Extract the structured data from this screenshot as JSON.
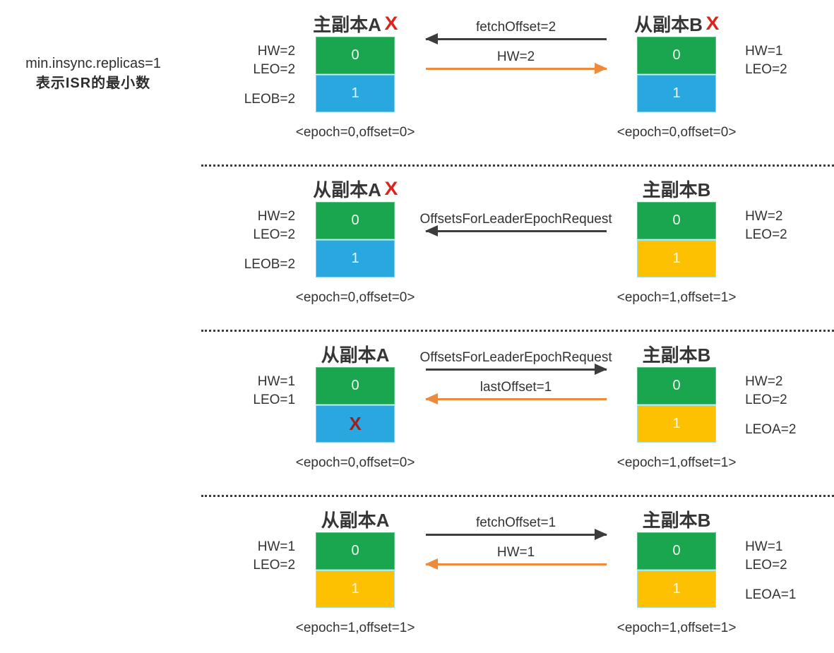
{
  "note": {
    "line1": "min.insync.replicas=1",
    "line2": "表示ISR的最小数"
  },
  "crash_mark": "X",
  "colors": {
    "segment_green": "#1aa64f",
    "segment_blue": "#29a8e0",
    "segment_yellow": "#fdc101",
    "request_arrow_black": "#3d3d3d",
    "response_arrow_orange": "#ed8a3c",
    "title_x_red": "#d9251c",
    "segment_x_dark_red": "#9c2121"
  },
  "scenarios": [
    {
      "replicaA": {
        "title": "主副本A",
        "crashed": true,
        "stats_top": [
          "HW=2",
          "LEO=2"
        ],
        "stats_bottom": [
          "LEOB=2"
        ],
        "segments": [
          {
            "label": "0",
            "color": "green"
          },
          {
            "label": "1",
            "color": "blue"
          }
        ],
        "epoch": "<epoch=0,offset=0>"
      },
      "messages": [
        {
          "label": "fetchOffset=2",
          "direction": "left",
          "style": "black"
        },
        {
          "label": "HW=2",
          "direction": "right",
          "style": "orange"
        }
      ],
      "replicaB": {
        "title": "从副本B",
        "crashed": true,
        "stats_top": [
          "HW=1",
          "LEO=2"
        ],
        "stats_bottom": [],
        "segments": [
          {
            "label": "0",
            "color": "green"
          },
          {
            "label": "1",
            "color": "blue"
          }
        ],
        "epoch": "<epoch=0,offset=0>"
      }
    },
    {
      "replicaA": {
        "title": "从副本A",
        "crashed": true,
        "stats_top": [
          "HW=2",
          "LEO=2"
        ],
        "stats_bottom": [
          "LEOB=2"
        ],
        "segments": [
          {
            "label": "0",
            "color": "green"
          },
          {
            "label": "1",
            "color": "blue"
          }
        ],
        "epoch": "<epoch=0,offset=0>"
      },
      "messages": [
        {
          "label": "OffsetsForLeaderEpochRequest",
          "direction": "left",
          "style": "black"
        }
      ],
      "replicaB": {
        "title": "主副本B",
        "crashed": false,
        "stats_top": [
          "HW=2",
          "LEO=2"
        ],
        "stats_bottom": [],
        "segments": [
          {
            "label": "0",
            "color": "green"
          },
          {
            "label": "1",
            "color": "yellow"
          }
        ],
        "epoch": "<epoch=1,offset=1>"
      }
    },
    {
      "replicaA": {
        "title": "从副本A",
        "crashed": false,
        "stats_top": [
          "HW=1",
          "LEO=1"
        ],
        "stats_bottom": [],
        "segments": [
          {
            "label": "0",
            "color": "green"
          },
          {
            "label": "X",
            "color": "blue",
            "crossed": true
          }
        ],
        "epoch": "<epoch=0,offset=0>"
      },
      "messages": [
        {
          "label": "OffsetsForLeaderEpochRequest",
          "direction": "right",
          "style": "black"
        },
        {
          "label": "lastOffset=1",
          "direction": "left",
          "style": "orange"
        }
      ],
      "replicaB": {
        "title": "主副本B",
        "crashed": false,
        "stats_top": [
          "HW=2",
          "LEO=2"
        ],
        "stats_bottom": [
          "LEOA=2"
        ],
        "segments": [
          {
            "label": "0",
            "color": "green"
          },
          {
            "label": "1",
            "color": "yellow"
          }
        ],
        "epoch": "<epoch=1,offset=1>"
      }
    },
    {
      "replicaA": {
        "title": "从副本A",
        "crashed": false,
        "stats_top": [
          "HW=1",
          "LEO=2"
        ],
        "stats_bottom": [],
        "segments": [
          {
            "label": "0",
            "color": "green"
          },
          {
            "label": "1",
            "color": "yellow"
          }
        ],
        "epoch": "<epoch=1,offset=1>"
      },
      "messages": [
        {
          "label": "fetchOffset=1",
          "direction": "right",
          "style": "black"
        },
        {
          "label": "HW=1",
          "direction": "left",
          "style": "orange"
        }
      ],
      "replicaB": {
        "title": "主副本B",
        "crashed": false,
        "stats_top": [
          "HW=1",
          "LEO=2"
        ],
        "stats_bottom": [
          "LEOA=1"
        ],
        "segments": [
          {
            "label": "0",
            "color": "green"
          },
          {
            "label": "1",
            "color": "yellow"
          }
        ],
        "epoch": "<epoch=1,offset=1>"
      }
    }
  ]
}
